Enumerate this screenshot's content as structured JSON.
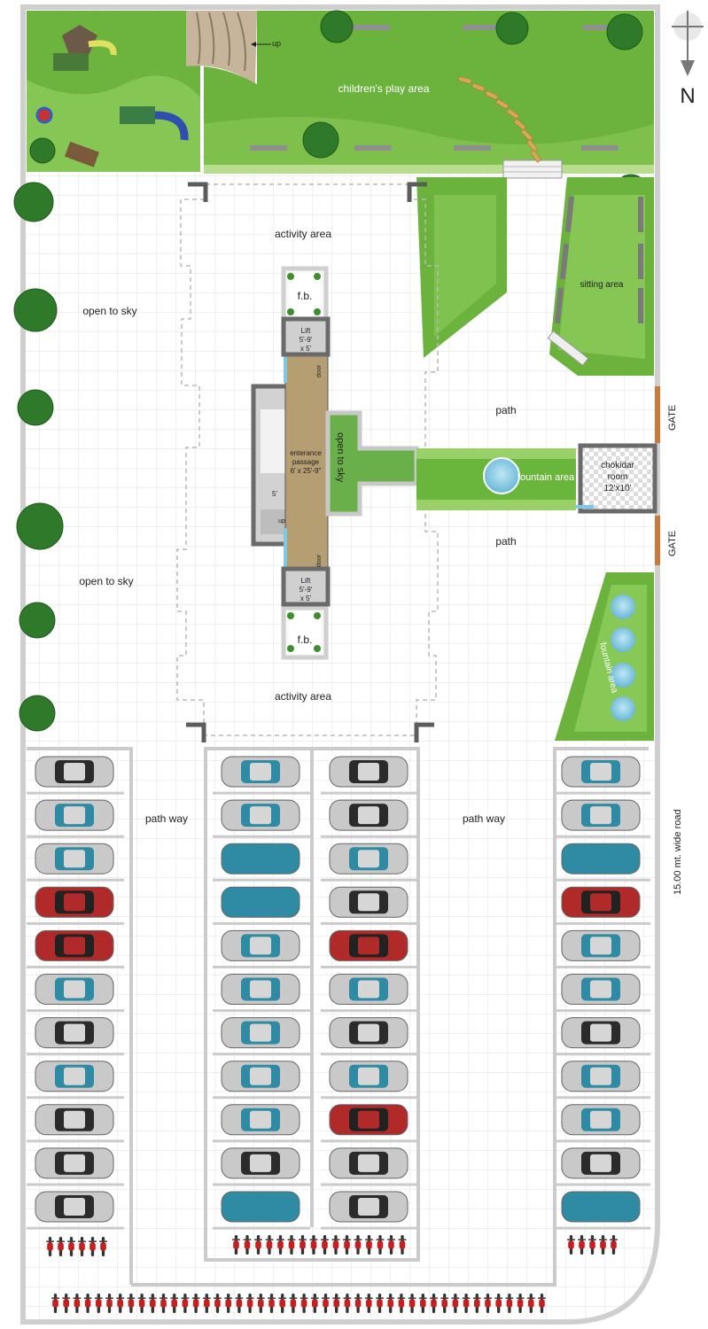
{
  "labels": {
    "up_top": "up",
    "play_area": "children's play area",
    "compass": "N",
    "activity_top": "activity area",
    "activity_bottom": "activity area",
    "open_sky_left_top": "open to sky",
    "open_sky_left_bottom": "open to sky",
    "open_sky_center": "open to sky",
    "sitting_area": "sitting area",
    "fb_top": "f.b.",
    "fb_bottom": "f.b.",
    "lift_top_l1": "Lift",
    "lift_top_l2": "5'-9'",
    "lift_top_l3": "x 5'",
    "lift_bottom_l1": "Lift",
    "lift_bottom_l2": "5'-9'",
    "lift_bottom_l3": "x 5'",
    "door_top": "door",
    "door_bottom": "door",
    "entrance_l1": "enterance",
    "entrance_l2": "passage",
    "entrance_l3": "6' x 25'-9\"",
    "stair_width": "5'",
    "stair_up": "up",
    "path_top": "path",
    "path_bottom": "path",
    "fountain_area": "fountain area",
    "fountain_area_2": "fountain area",
    "chokidar_l1": "chokidar",
    "chokidar_l2": "room",
    "chokidar_l3": "12'x10'",
    "gate_top": "GATE",
    "gate_bottom": "GATE",
    "path_way_left": "path way",
    "path_way_right": "path way",
    "road": "15.00  mt. wide road"
  },
  "colors": {
    "grass": "#5fae3a",
    "grass_light": "#8fcc55",
    "paving": "#ffffff",
    "grid": "#e3e3e3",
    "wall": "#c8c8c8",
    "dark_wall": "#6a6a6a",
    "passage": "#b89e72",
    "gate": "#c77a3c",
    "water": "#7ec8e3",
    "car_gray": "#a9a9a9",
    "car_teal": "#2f8aa3",
    "car_red": "#b02a2a",
    "car_silver": "#c9c9c9"
  },
  "parking": {
    "col1": [
      "gray",
      "teal",
      "teal",
      "red",
      "red",
      "teal",
      "gray",
      "teal",
      "gray",
      "gray",
      "gray"
    ],
    "col2": [
      "teal",
      "teal",
      "teal-solid",
      "teal-solid",
      "teal",
      "teal",
      "teal",
      "teal",
      "teal",
      "gray",
      "teal-solid"
    ],
    "col3": [
      "gray",
      "gray",
      "teal",
      "gray",
      "red",
      "teal",
      "gray",
      "teal",
      "red",
      "gray",
      "gray"
    ],
    "col4": [
      "teal",
      "teal",
      "teal-solid",
      "red",
      "teal",
      "teal",
      "gray",
      "teal",
      "teal",
      "gray",
      "teal-solid"
    ]
  }
}
